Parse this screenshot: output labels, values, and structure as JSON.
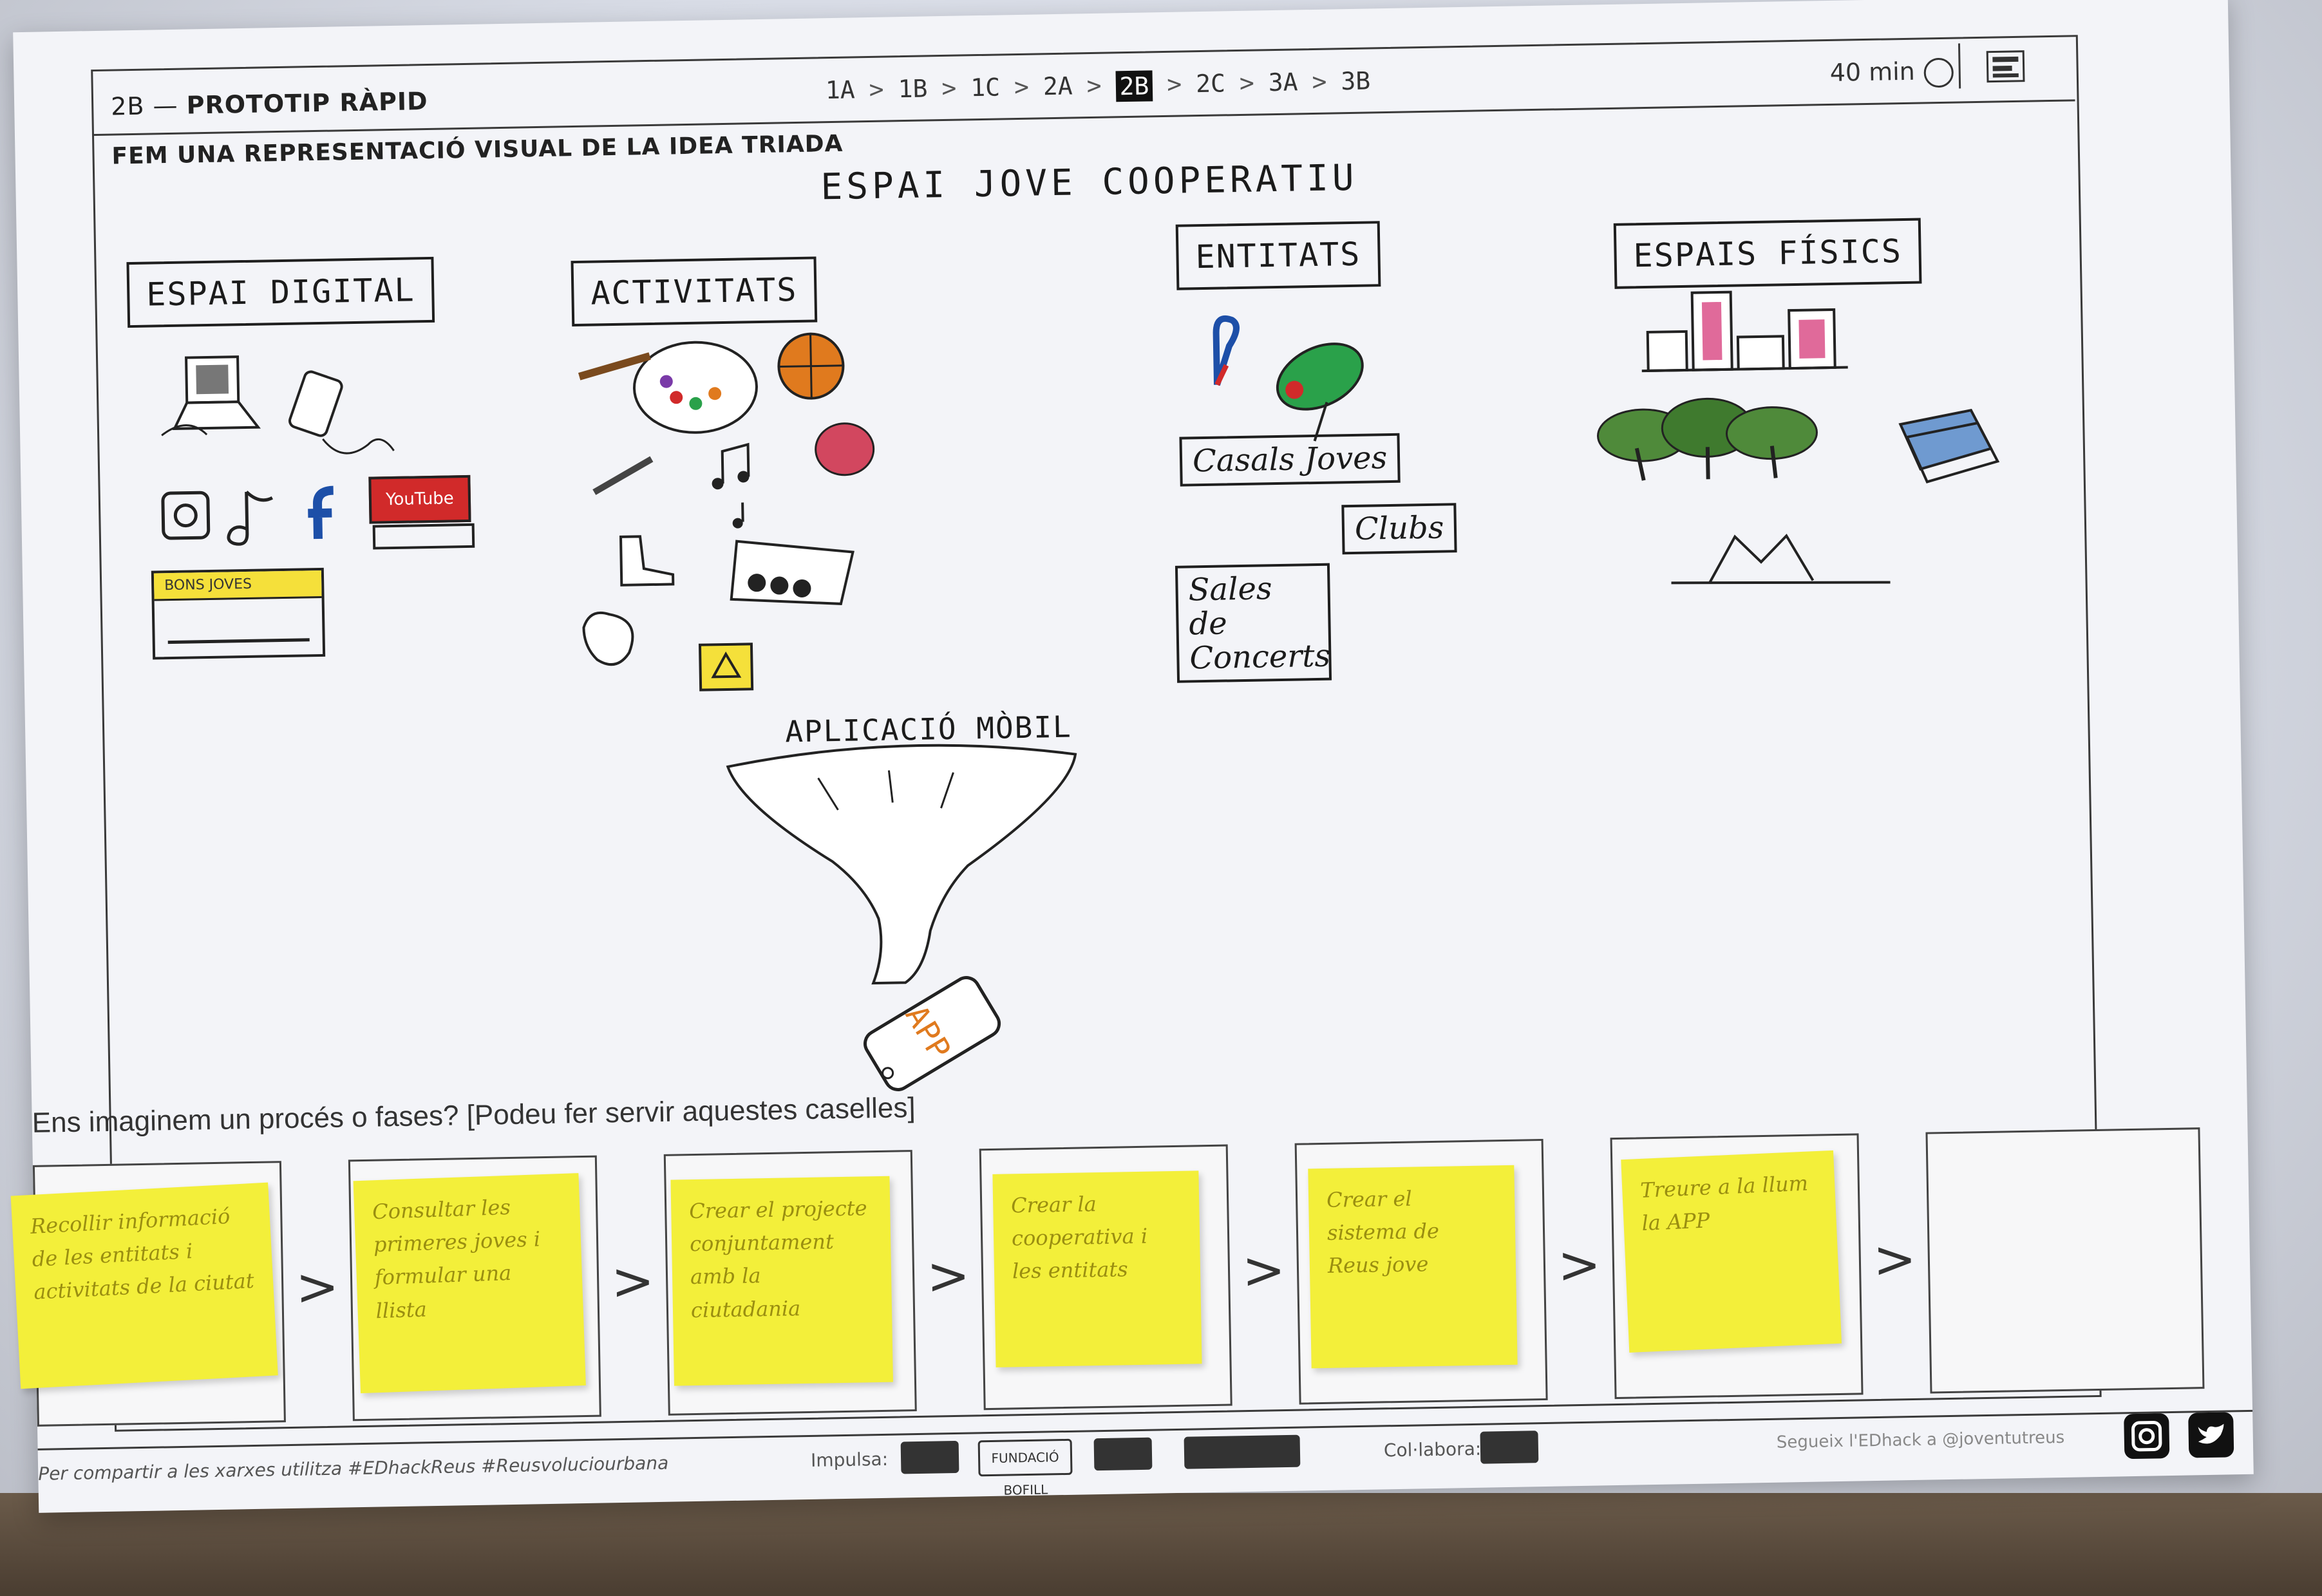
{
  "header": {
    "code": "2B",
    "title": "PROTOTIP RÀPID",
    "subtitle": "FEM UNA REPRESENTACIÓ VISUAL DE LA IDEA TRIADA",
    "steps": [
      "1A",
      "1B",
      "1C",
      "2A",
      "2B",
      "2C",
      "3A",
      "3B"
    ],
    "active_step": "2B",
    "time": "40 min"
  },
  "drawing": {
    "title": "ESPAI JOVE COOPERATIU",
    "categories": {
      "digital": "ESPAI DIGITAL",
      "activities": "ACTIVITATS",
      "entities": "ENTITATS",
      "physical": "ESPAIS FÍSICS"
    },
    "digital_items": {
      "youtube": "YouTube",
      "bons_joves": "BONS JOVES"
    },
    "entities_items": [
      "Casals Joves",
      "Clubs",
      "Sales de Concerts"
    ],
    "app_label": "APLICACIÓ MÒBIL",
    "phone_text": "APP"
  },
  "process": {
    "question": "Ens imaginem un procés o fases? [Podeu fer servir aquestes caselles]",
    "steps": [
      "Recollir informació de les entitats i activitats de la ciutat",
      "Consultar les primeres joves i formular una llista",
      "Crear el projecte conjuntament amb la ciutadania",
      "Crear la cooperativa i les entitats",
      "Crear el sistema de Reus jove",
      "Treure a la llum la APP",
      ""
    ]
  },
  "footer": {
    "share": "Per compartir a les xarxes utilitza #EDhackReus #Reusvoluciourbana",
    "impulsa": "Impulsa:",
    "sponsor": "FUNDACIÓ BOFILL",
    "collabora": "Col·labora:",
    "follow": "Segueix l'EDhack a @joventutreus"
  },
  "colors": {
    "sticky": "#f3ef3a",
    "youtube": "#d12a2a",
    "facebook": "#1d4fa8",
    "basketball": "#e07a1e"
  }
}
